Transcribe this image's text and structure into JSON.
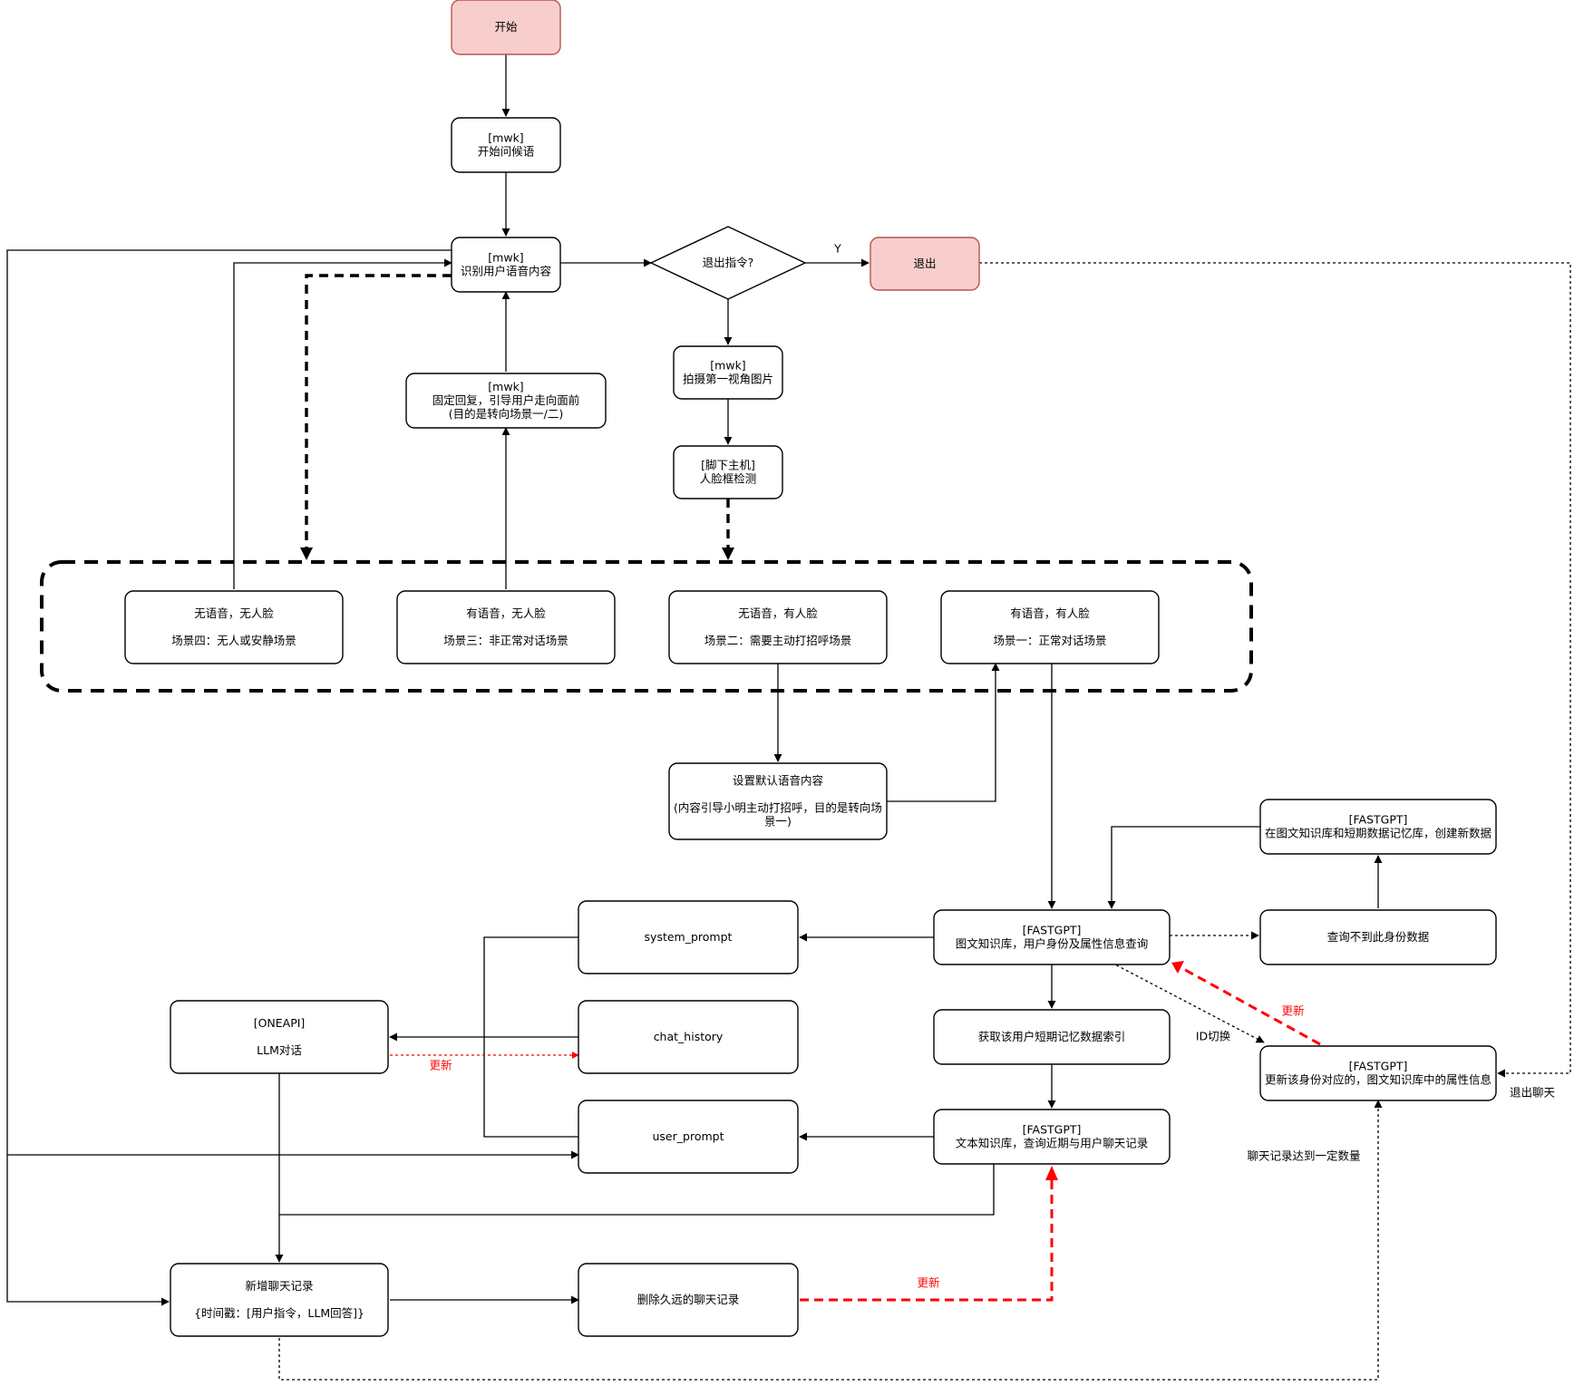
{
  "nodes": {
    "start": [
      "开始"
    ],
    "greeting": [
      "[mwk]",
      "开始问候语"
    ],
    "recognize": [
      "[mwk]",
      "识别用户语音内容"
    ],
    "exit_decision": [
      "退出指令?"
    ],
    "exit": [
      "退出"
    ],
    "fixed_reply": [
      "[mwk]",
      "固定回复，引导用户走向面前",
      "(目的是转向场景一/二)"
    ],
    "photo": [
      "[mwk]",
      "拍摄第一视角图片"
    ],
    "face_detect": [
      "[脚下主机]",
      "人脸框检测"
    ],
    "scene4": [
      "无语音，无人脸",
      "",
      "场景四：无人或安静场景"
    ],
    "scene3": [
      "有语音，无人脸",
      "",
      "场景三：非正常对话场景"
    ],
    "scene2": [
      "无语音，有人脸",
      "",
      "场景二：需要主动打招呼场景"
    ],
    "scene1": [
      "有语音，有人脸",
      "",
      "场景一：正常对话场景"
    ],
    "default_voice": [
      "设置默认语音内容",
      "",
      "(内容引导小明主动打招呼，目的是转向场",
      "景一)"
    ],
    "create_data": [
      "[FASTGPT]",
      "在图文知识库和短期数据记忆库，创建新数据"
    ],
    "fastgpt_query": [
      "[FASTGPT]",
      "图文知识库，用户身份及属性信息查询"
    ],
    "not_found": [
      "查询不到此身份数据"
    ],
    "system_prompt": [
      "system_prompt"
    ],
    "oneapi": [
      "[ONEAPI]",
      "",
      "LLM对话"
    ],
    "chat_history": [
      "chat_history"
    ],
    "short_memory": [
      "获取该用户短期记忆数据索引"
    ],
    "update_attr": [
      "[FASTGPT]",
      "更新该身份对应的，图文知识库中的属性信息"
    ],
    "user_prompt": [
      "user_prompt"
    ],
    "text_kb": [
      "[FASTGPT]",
      "文本知识库，查询近期与用户聊天记录"
    ],
    "add_chat": [
      "新增聊天记录",
      "",
      "{时间戳：[用户指令，LLM回答]}"
    ],
    "delete_chat": [
      "删除久远的聊天记录"
    ]
  },
  "edge_labels": {
    "y": "Y",
    "update_1": "更新",
    "update_2": "更新",
    "update_3": "更新",
    "id_switch": "ID切换",
    "exit_chat": "退出聊天",
    "chat_limit": "聊天记录达到一定数量"
  },
  "colors": {
    "start_fill": "#f8cecc",
    "start_stroke": "#b85450",
    "highlight": "#ff0000"
  }
}
